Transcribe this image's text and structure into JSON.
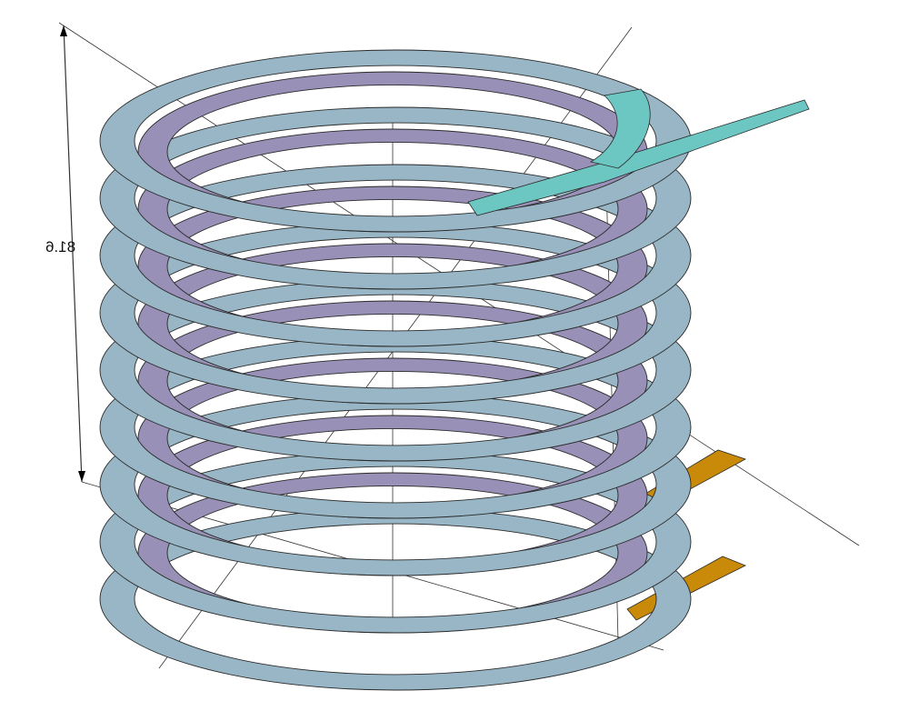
{
  "model": {
    "dimension_label": "81.6",
    "outer_turns": 9,
    "inner_turns": 8,
    "colors": {
      "outer_coil": "#98b6c5",
      "inner_coil": "#9890b6",
      "top_lead": "#6cc6c2",
      "bottom_leads": "#c98a0a",
      "edges": "#2a2a2a",
      "axes": "#333333"
    }
  }
}
